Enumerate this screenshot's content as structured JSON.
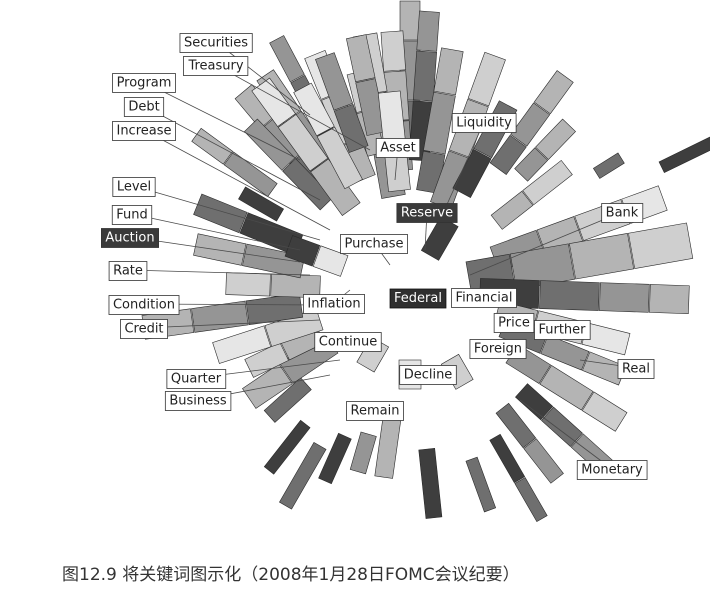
{
  "caption": "图12.9 将关键词图示化（2008年1月28日FOMC会议纪要）",
  "chart_data": {
    "type": "radial-bar",
    "center_label": "Federal",
    "labels": [
      {
        "text": "Securities",
        "dark": false
      },
      {
        "text": "Treasury",
        "dark": false
      },
      {
        "text": "Program",
        "dark": false
      },
      {
        "text": "Debt",
        "dark": false
      },
      {
        "text": "Increase",
        "dark": false
      },
      {
        "text": "Level",
        "dark": false
      },
      {
        "text": "Fund",
        "dark": false
      },
      {
        "text": "Auction",
        "dark": true
      },
      {
        "text": "Rate",
        "dark": false
      },
      {
        "text": "Condition",
        "dark": false
      },
      {
        "text": "Credit",
        "dark": false
      },
      {
        "text": "Quarter",
        "dark": false
      },
      {
        "text": "Business",
        "dark": false
      },
      {
        "text": "Asset",
        "dark": false
      },
      {
        "text": "Liquidity",
        "dark": false
      },
      {
        "text": "Reserve",
        "dark": true
      },
      {
        "text": "Bank",
        "dark": false
      },
      {
        "text": "Purchase",
        "dark": false
      },
      {
        "text": "Financial",
        "dark": false
      },
      {
        "text": "Inflation",
        "dark": false
      },
      {
        "text": "Price",
        "dark": false
      },
      {
        "text": "Further",
        "dark": false
      },
      {
        "text": "Foreign",
        "dark": false
      },
      {
        "text": "Real",
        "dark": false
      },
      {
        "text": "Continue",
        "dark": false
      },
      {
        "text": "Decline",
        "dark": false
      },
      {
        "text": "Remain",
        "dark": false
      },
      {
        "text": "Monetary",
        "dark": false
      }
    ]
  }
}
